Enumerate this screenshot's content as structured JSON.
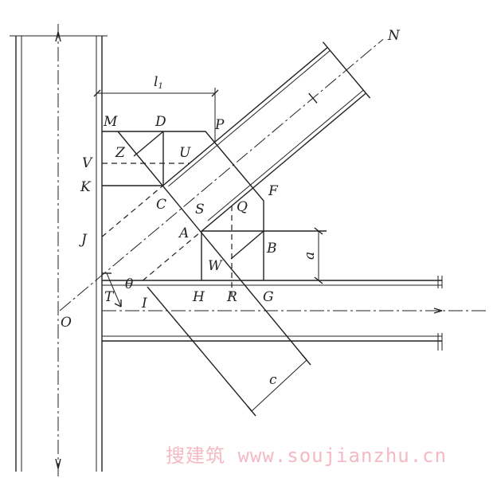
{
  "labels": {
    "N": "N",
    "l1": "l",
    "l1_sub": "1",
    "M": "M",
    "D": "D",
    "P": "P",
    "Z": "Z",
    "U": "U",
    "V": "V",
    "K": "K",
    "C": "C",
    "S": "S",
    "Q": "Q",
    "F": "F",
    "J": "J",
    "A": "A",
    "B": "B",
    "W": "W",
    "a": "a",
    "theta": "θ",
    "T": "T",
    "I": "I",
    "H": "H",
    "R": "R",
    "G": "G",
    "O": "O",
    "c": "c"
  },
  "watermark": "搜建筑 www.soujianzhu.cn"
}
